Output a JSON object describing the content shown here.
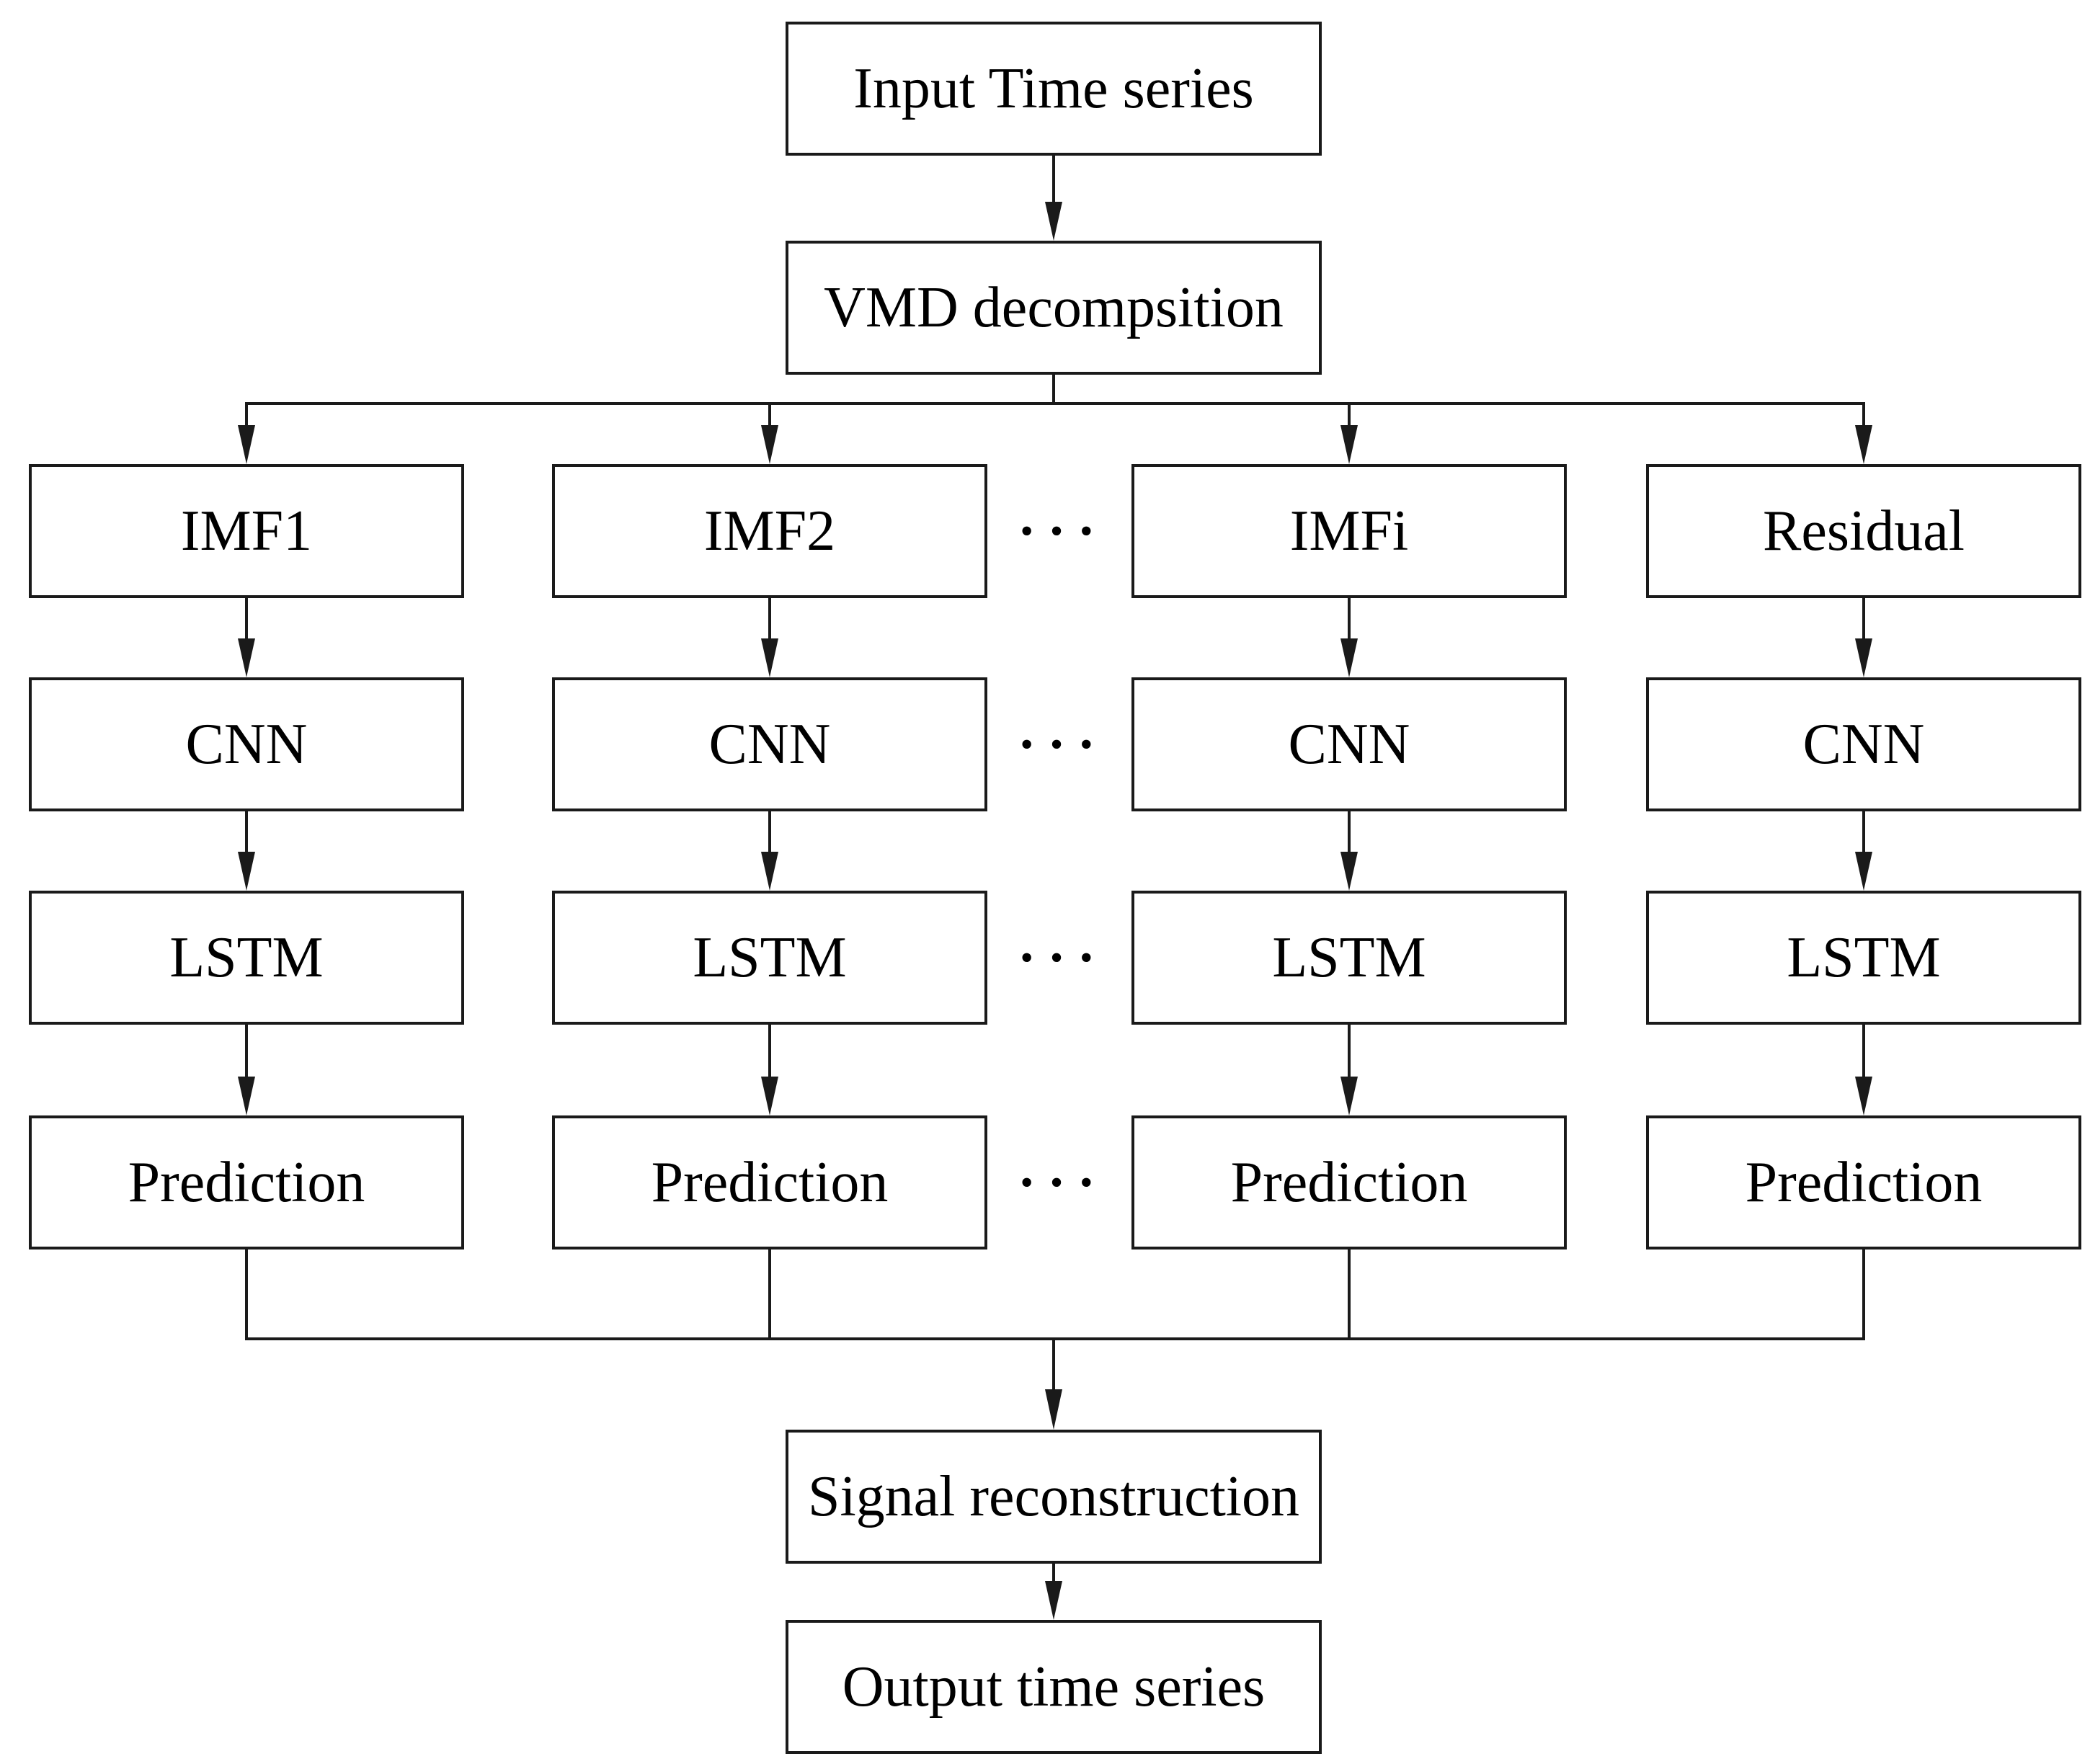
{
  "diagram": {
    "input_label": "Input Time series",
    "vmd_label": "VMD decompsition",
    "ellipsis": "···",
    "columns": [
      {
        "source": "IMF1",
        "cnn": "CNN",
        "lstm": "LSTM",
        "prediction": "Prediction"
      },
      {
        "source": "IMF2",
        "cnn": "CNN",
        "lstm": "LSTM",
        "prediction": "Prediction"
      },
      {
        "source": "IMFi",
        "cnn": "CNN",
        "lstm": "LSTM",
        "prediction": "Prediction"
      },
      {
        "source": "Residual",
        "cnn": "CNN",
        "lstm": "LSTM",
        "prediction": "Prediction"
      }
    ],
    "signal_label": "Signal reconstruction",
    "output_label": "Output time series",
    "line_color": "#1a1a1a"
  }
}
